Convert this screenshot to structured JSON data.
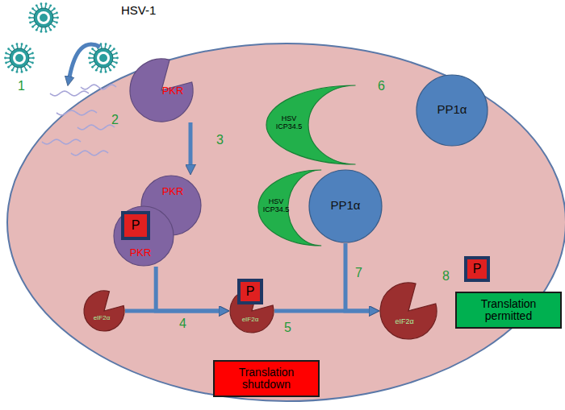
{
  "diagram": {
    "nodes": [
      {
        "text": [
          "PKR"
        ]
      },
      {
        "text": [
          "HSV ICP34.5"
        ]
      },
      {
        "text": [
          "PP1α"
        ]
      },
      {
        "text": [
          "PKR"
        ]
      },
      {
        "text": [
          "PKR"
        ]
      },
      {
        "text": [
          "P"
        ]
      },
      {
        "text": [
          "HSV ICP34.5"
        ]
      },
      {
        "text": [
          "PP1α"
        ]
      },
      {
        "text": [
          "eIF2α"
        ]
      },
      {
        "text": [
          "eIF2α"
        ]
      },
      {
        "text": [
          "P"
        ]
      },
      {
        "text": [
          "eIF2α"
        ]
      },
      {
        "text": [
          "P"
        ]
      },
      {
        "text": [
          "Translation shutdown"
        ]
      },
      {
        "text": [
          "Translation permitted"
        ]
      }
    ],
    "edges": [
      {
        "from": 0,
        "to": 3,
        "arrow": "to"
      },
      {
        "from": 8,
        "to": 9,
        "arrow": "to"
      },
      {
        "from": 4,
        "to": 9,
        "arrow": "to"
      },
      {
        "from": 9,
        "to": 11,
        "arrow": "to"
      },
      {
        "from": 7,
        "to": 11,
        "arrow": "to"
      }
    ],
    "labels": [
      "HSV-1",
      "1",
      "2",
      "3",
      "4",
      "5",
      "6",
      "7",
      "8"
    ]
  }
}
